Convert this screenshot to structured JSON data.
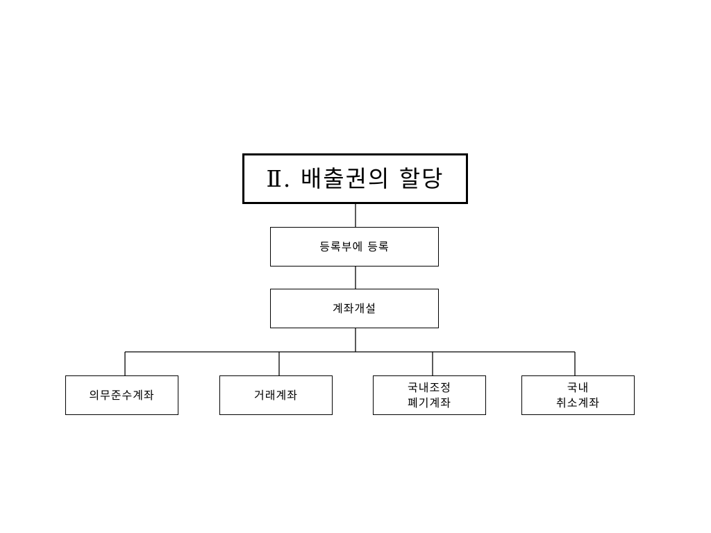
{
  "diagram": {
    "title": "Ⅱ. 배출권의 할당",
    "steps": [
      {
        "label": "등록부에 등록"
      },
      {
        "label": "계좌개설"
      }
    ],
    "accounts": [
      {
        "label": "의무준수계좌"
      },
      {
        "label": "거래계좌"
      },
      {
        "label": "국내조정\n폐기계좌"
      },
      {
        "label": "국내\n취소계좌"
      }
    ]
  }
}
